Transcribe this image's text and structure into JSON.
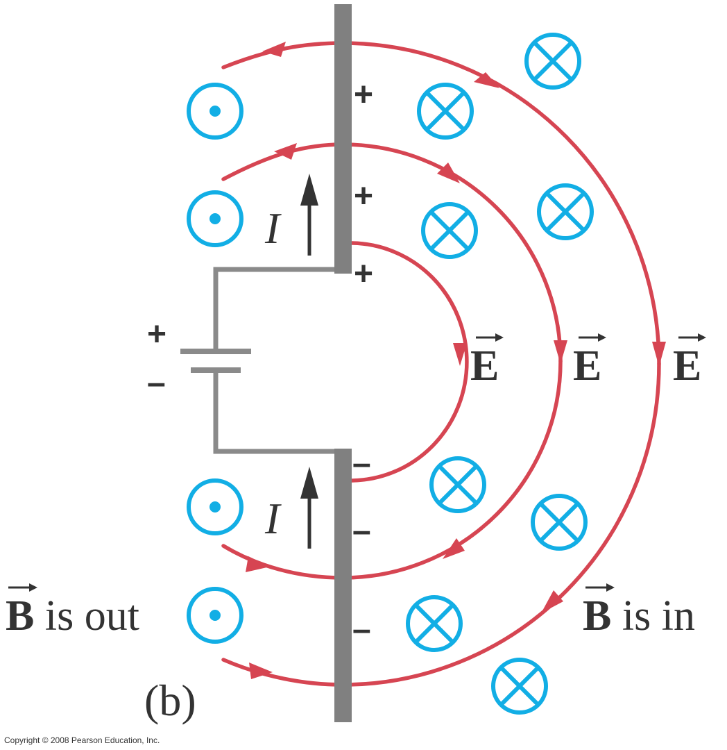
{
  "figure": {
    "part_label": "(b)",
    "copyright": "Copyright © 2008 Pearson Education, Inc."
  },
  "labels": {
    "e_field": "E",
    "b_field": "B",
    "b_out_text": " is out",
    "b_in_text": " is in",
    "current": "I",
    "plus": "+",
    "minus": "–"
  },
  "colors": {
    "e_field_lines": "#d64552",
    "b_field_symbols": "#12aee5",
    "antenna": "#808080",
    "wire": "#8a8a8a",
    "text": "#333333"
  },
  "symbols": {
    "b_out": "dot-in-circle-icon",
    "b_in": "cross-in-circle-icon"
  }
}
